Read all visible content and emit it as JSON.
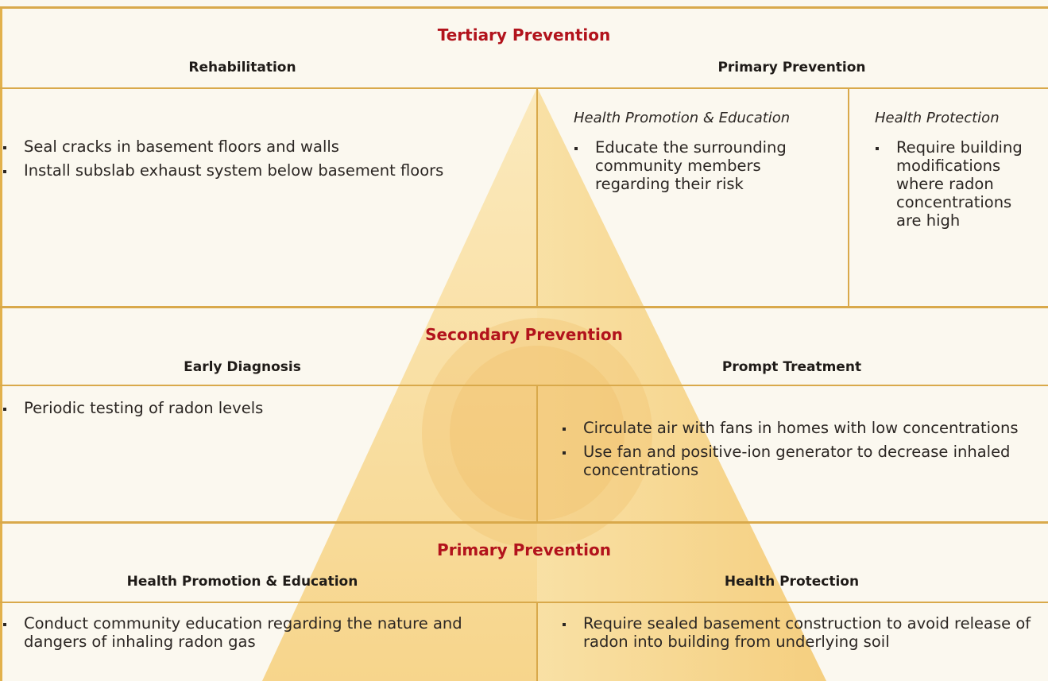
{
  "colors": {
    "background": "#fbf8ef",
    "rule": "#d9a94b",
    "heading_red": "#b2131c",
    "pyramid_light": "#fbe7b4",
    "pyramid_dark": "#f2c466"
  },
  "tertiary": {
    "title": "Tertiary Prevention",
    "rehabilitation": {
      "label": "Rehabilitation",
      "items": [
        "Seal cracks in basement floors and walls",
        "Install subslab exhaust system below basement floors"
      ]
    },
    "primary_prevention": {
      "label": "Primary Prevention",
      "health_promotion": {
        "label": "Health Promotion & Education",
        "items": [
          "Educate the surrounding community members regarding their risk"
        ]
      },
      "health_protection": {
        "label": "Health Protection",
        "items": [
          "Require building modifications where radon concentrations are high"
        ]
      }
    }
  },
  "secondary": {
    "title": "Secondary Prevention",
    "early_diagnosis": {
      "label": "Early Diagnosis",
      "items": [
        "Periodic testing of radon levels"
      ]
    },
    "prompt_treatment": {
      "label": "Prompt Treatment",
      "items": [
        "Circulate air with fans in homes with low concentrations",
        "Use fan and positive-ion generator to decrease inhaled concentrations"
      ]
    }
  },
  "primary": {
    "title": "Primary Prevention",
    "health_promotion": {
      "label": "Health Promotion & Education",
      "items": [
        "Conduct community education regarding the nature and dangers of inhaling radon gas"
      ]
    },
    "health_protection": {
      "label": "Health Protection",
      "items": [
        "Require sealed basement construction to avoid release of radon into building from underlying soil"
      ]
    }
  }
}
